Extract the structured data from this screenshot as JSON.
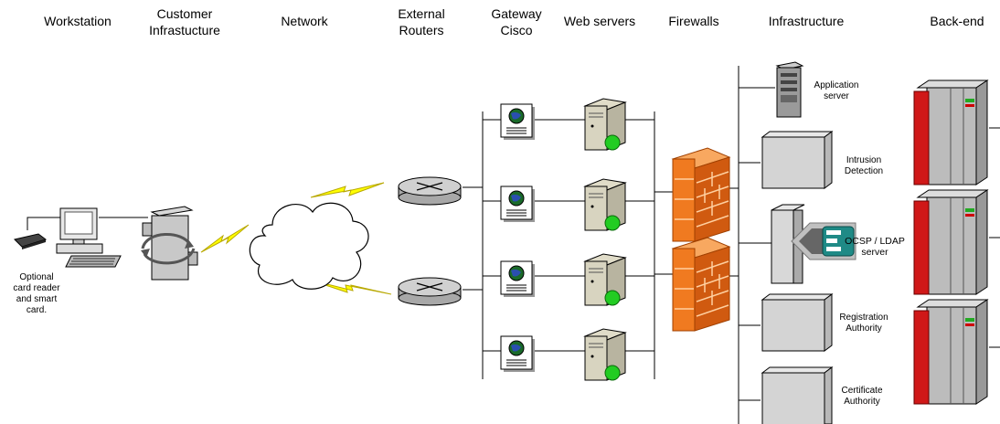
{
  "columns": {
    "workstation": "Workstation",
    "customer_infra_1": "Customer",
    "customer_infra_2": "Infrastucture",
    "network": "Network",
    "routers_1": "External",
    "routers_2": "Routers",
    "gateway_1": "Gateway",
    "gateway_2": "Cisco",
    "web_servers": "Web servers",
    "firewalls": "Firewalls",
    "infrastructure": "Infrastructure",
    "backend": "Back-end"
  },
  "workstation_note": [
    "Optional",
    "card reader",
    "and smart",
    "card."
  ],
  "infrastructure_nodes": {
    "application_server": [
      "Application",
      "server"
    ],
    "intrusion_detection": [
      "Intrusion",
      "Detection"
    ],
    "ocsp_ldap": [
      "OCSP / LDAP",
      "server"
    ],
    "registration_authority": [
      "Registration",
      "Authority"
    ],
    "certificate_authority": [
      "Certificate",
      "Authority"
    ]
  },
  "colors": {
    "line": "#000000",
    "lightning": "#ffff00",
    "firewall": "#f07a20",
    "backend": "#d01818",
    "server_badge": "#22cc22",
    "globe": "#1a6a2a"
  }
}
